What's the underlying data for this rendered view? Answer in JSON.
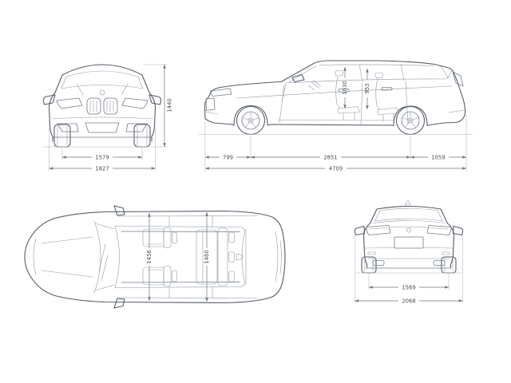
{
  "views": {
    "front": {
      "height": "1440",
      "track": "1579",
      "overall_width": "1827"
    },
    "side": {
      "front_overhang": "799",
      "wheelbase": "2851",
      "rear_overhang": "1059",
      "overall_length": "4709",
      "front_headroom": "1030",
      "rear_headroom": "953"
    },
    "top": {
      "front_interior_width": "1456",
      "rear_interior_width": "1460"
    },
    "rear": {
      "track": "1569",
      "width_incl_mirrors": "2068"
    }
  },
  "style": {
    "line_color": "#565c66",
    "detail_color": "#9099a3",
    "dim_color": "#6e757e",
    "background": "#ffffff"
  }
}
